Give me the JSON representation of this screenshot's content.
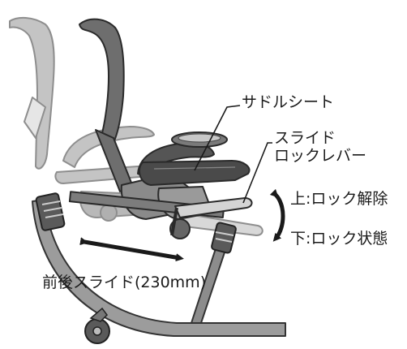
{
  "labels": {
    "saddle_seat": "サドルシート",
    "slide_lock_lever_line1": "スライド",
    "slide_lock_lever_line2": "ロックレバー",
    "up_unlock": "上:ロック解除",
    "down_lock": "下:ロック状態",
    "front_back_slide": "前後スライド(230mm)"
  },
  "colors": {
    "ghost_gray": "#bdbdbd",
    "ghost_stroke": "#9a9a9a",
    "frame_dark": "#6b6b6b",
    "frame_stroke": "#333333",
    "seat_dark": "#4a4a4a",
    "mechanism": "#8a8a8a",
    "lever_light": "#d0d0d0",
    "arrow": "#1a1a1a"
  },
  "icons": {
    "slide_arrow": "double-headed-horizontal-arrow",
    "lever_arrow": "double-headed-curved-vertical-arrow"
  }
}
